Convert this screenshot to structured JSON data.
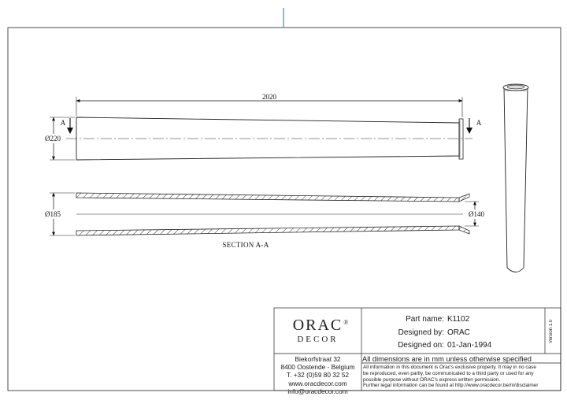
{
  "drawing": {
    "overall_length": "2020",
    "diameter_large": "220",
    "diameter_inner_large": "185",
    "diameter_inner_small": "140",
    "diameter_symbol": "Ø",
    "section_mark": "A",
    "section_title": "SECTION  A-A"
  },
  "title_block": {
    "logo_main": "ORAC",
    "logo_reg": "®",
    "logo_sub": "DECOR",
    "address": [
      "Biekorfstraat 32",
      "8400 Oostende - Belgium",
      "T. +32 (0)59 80 32 52",
      "www.oracdecor.com",
      "info@oracdecor.com"
    ],
    "part_name_label": "Part name:",
    "part_name": "K1102",
    "designed_by_label": "Designed by:",
    "designed_by": "ORAC",
    "designed_on_label": "Designed on:",
    "designed_on": "01-Jan-1994",
    "dimensions_note": "All dimensions are in mm unless otherwise specified",
    "legal": [
      "All information in this document is Orac's exclusive property. It may in no case",
      "be reproduced, even partly, be communicated to a third party or used for any",
      "possible purpose without ORAC's express written permission.",
      "Further legal information can be found at http://www.oracdecor.be/nl/disclaimer"
    ],
    "version": "Version 1.0"
  }
}
